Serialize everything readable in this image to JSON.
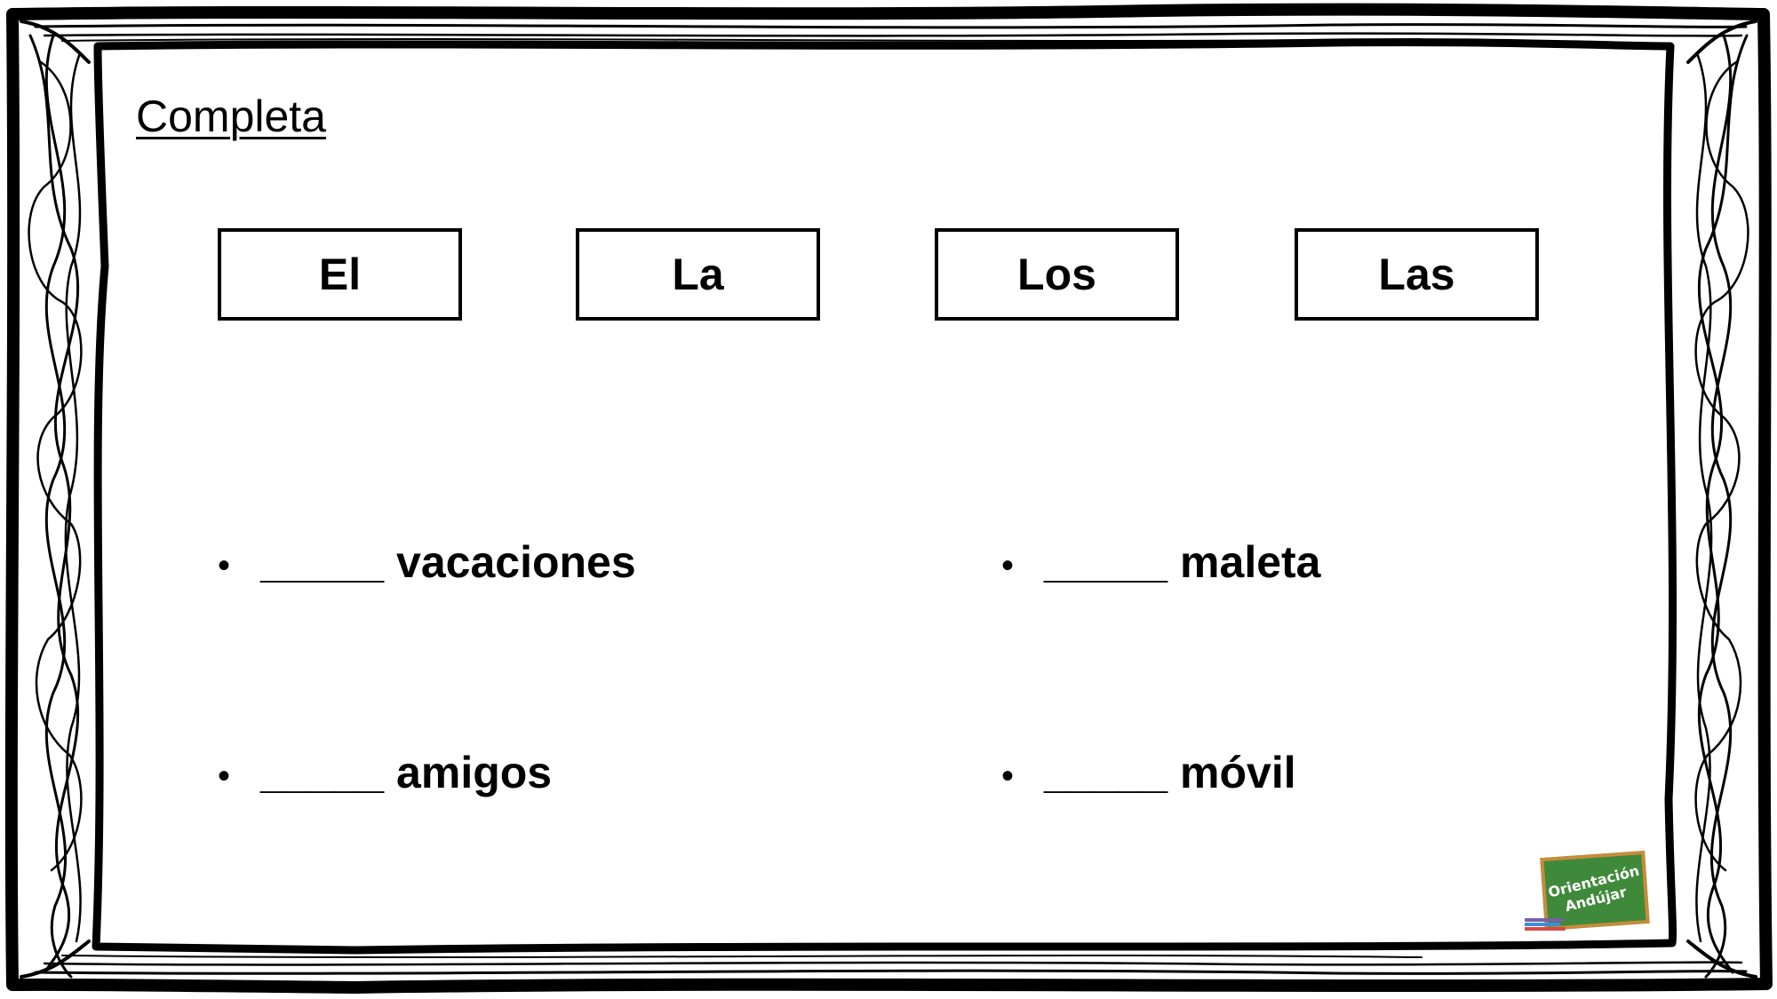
{
  "title": "Completa",
  "articles": [
    "El",
    "La",
    "Los",
    "Las"
  ],
  "exercises": [
    {
      "bullet": "•",
      "blank": "_____",
      "word": "vacaciones"
    },
    {
      "bullet": "•",
      "blank": "_____",
      "word": "maleta"
    },
    {
      "bullet": "•",
      "blank": "_____",
      "word": "amigos"
    },
    {
      "bullet": "•",
      "blank": "_____",
      "word": "móvil"
    }
  ],
  "logo": {
    "line1": "Orientación",
    "line2": "Andújar",
    "board_color": "#3f8a3a",
    "frame_color": "#c78c3c"
  },
  "colors": {
    "ink": "#000000",
    "background": "#ffffff"
  }
}
